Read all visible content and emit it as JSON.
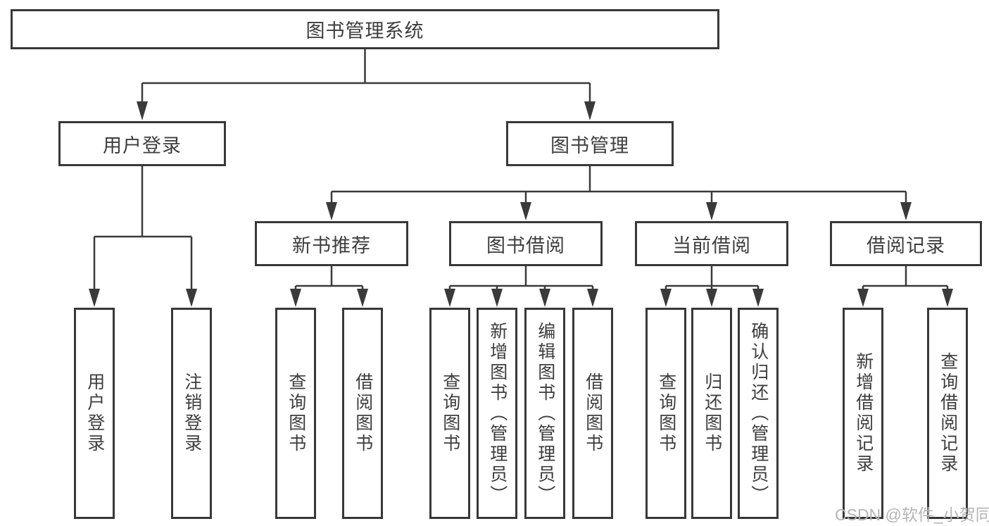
{
  "diagram": {
    "nodes": {
      "root": "图书管理系统",
      "user_login": "用户登录",
      "book_mgmt": "图书管理",
      "new_book_rec": "新书推荐",
      "book_borrow": "图书借阅",
      "current_borrow": "当前借阅",
      "borrow_record": "借阅记录",
      "login": "用户登录",
      "logout": "注销登录",
      "rec_query": "查询图书",
      "rec_borrow": "借阅图书",
      "bb_query": "查询图书",
      "bb_add": "新增图书（管理员）",
      "bb_edit": "编辑图书（管理员）",
      "bb_borrow": "借阅图书",
      "cb_query": "查询图书",
      "cb_return": "归还图书",
      "cb_confirm": "确认归还（管理员）",
      "br_add": "新增借阅记录",
      "br_query": "查询借阅记录"
    },
    "edges": [
      [
        "图书管理系统",
        "用户登录"
      ],
      [
        "图书管理系统",
        "图书管理"
      ],
      [
        "用户登录",
        "用户登录"
      ],
      [
        "用户登录",
        "注销登录"
      ],
      [
        "图书管理",
        "新书推荐"
      ],
      [
        "图书管理",
        "图书借阅"
      ],
      [
        "图书管理",
        "当前借阅"
      ],
      [
        "图书管理",
        "借阅记录"
      ],
      [
        "新书推荐",
        "查询图书"
      ],
      [
        "新书推荐",
        "借阅图书"
      ],
      [
        "图书借阅",
        "查询图书"
      ],
      [
        "图书借阅",
        "新增图书（管理员）"
      ],
      [
        "图书借阅",
        "编辑图书（管理员）"
      ],
      [
        "图书借阅",
        "借阅图书"
      ],
      [
        "当前借阅",
        "查询图书"
      ],
      [
        "当前借阅",
        "归还图书"
      ],
      [
        "当前借阅",
        "确认归还（管理员）"
      ],
      [
        "借阅记录",
        "新增借阅记录"
      ],
      [
        "借阅记录",
        "查询借阅记录"
      ]
    ]
  },
  "watermark": "CSDN @软件_小贺同学",
  "colors": {
    "line": "#3a3a3a",
    "text": "#3d3d3d",
    "background": "#ffffff",
    "watermark": "#b5b5b5"
  }
}
